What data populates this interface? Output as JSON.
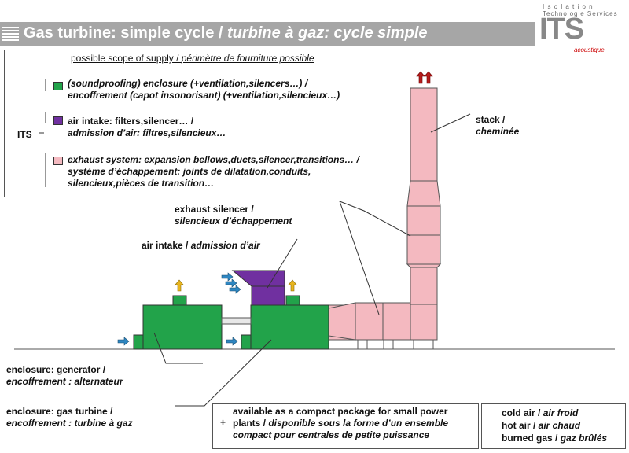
{
  "title": {
    "main": "Gas turbine: simple cycle / ",
    "italic": "turbine à gaz: cycle simple"
  },
  "logo": {
    "line1": "I s o l a t i o n",
    "line2": "Technologie Services",
    "brand": "ITS",
    "tagline": "acoustique"
  },
  "scope": {
    "heading_main": "possible scope of supply / ",
    "heading_italic": "périmètre de fourniture possible",
    "its_label": "ITS",
    "items": [
      {
        "color": "#22a34a",
        "lines": [
          "(soundproofing) enclosure (+ventilation,silencers…) /",
          "encoffrement (capot insonorisant) (+ventilation,silencieux…)"
        ]
      },
      {
        "color": "#7030a0",
        "lines": [
          "air intake: filters,silencer… /",
          "admission d’air: filtres,silencieux…"
        ]
      },
      {
        "color": "#f4b9c0",
        "lines": [
          "exhaust system: expansion bellows,ducts,silencer,transitions… /",
          "système d’échappement: joints de dilatation,conduits,",
          "silencieux,pièces de transition…"
        ]
      }
    ]
  },
  "labels": {
    "stack_en": "stack /",
    "stack_fr": "cheminée",
    "silencer_en": "exhaust silencer /",
    "silencer_fr": "silencieux d’échappement",
    "intake_en": "air intake / ",
    "intake_fr": "admission d’air",
    "gen_en": "enclosure: generator /",
    "gen_fr": "encoffrement : alternateur",
    "gt_en": "enclosure: gas turbine /",
    "gt_fr": "encoffrement : turbine à gaz"
  },
  "package_legend": {
    "plus": "+",
    "line1": "available as a compact package for small power",
    "line2_en": "plants / ",
    "line2_fr": "disponible sous la forme d’un ensemble",
    "line3": "compact pour centrales de petite puissance"
  },
  "air_legend": [
    {
      "en": "cold air / ",
      "fr": "air froid",
      "color": "#2e86c1"
    },
    {
      "en": "hot air / ",
      "fr": "air chaud",
      "color": "#e8b51f"
    },
    {
      "en": "burned gas / ",
      "fr": "gaz brûlés",
      "color": "#b71c1c"
    }
  ],
  "colors": {
    "enclosure": "#22a34a",
    "intake": "#7030a0",
    "exhaust": "#f4b9c0",
    "title_bar": "#a6a6a6"
  }
}
